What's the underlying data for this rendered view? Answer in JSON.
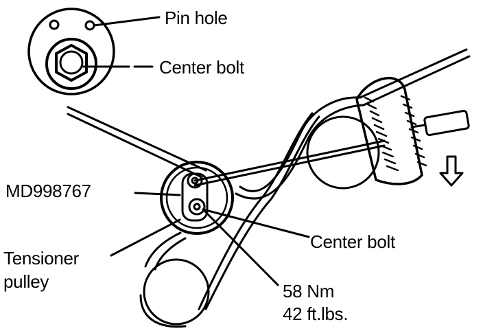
{
  "labels": {
    "pin_hole": "Pin hole",
    "center_bolt_top": "Center bolt",
    "tool": "MD998767",
    "tensioner_line1": "Tensioner",
    "tensioner_line2": "pulley",
    "center_bolt_right": "Center bolt",
    "torque_nm": "58 Nm",
    "torque_ftlbs": "42 ft.lbs."
  },
  "colors": {
    "ink": "#000000",
    "paper": "#ffffff"
  },
  "icons": {
    "direction": "arrow-down-icon"
  }
}
